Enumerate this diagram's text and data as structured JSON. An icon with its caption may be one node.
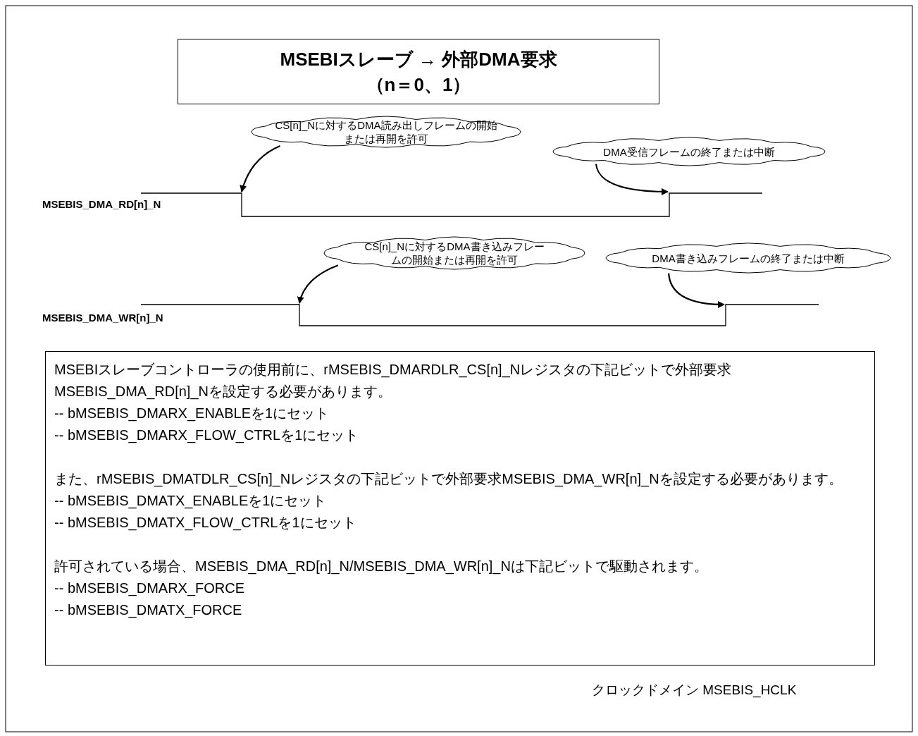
{
  "diagram": {
    "nodes": [
      {
        "text": [
          "MSEBIスレーブ → 外部DMA要求",
          "（n＝0、1）"
        ]
      },
      {
        "text": [
          "CS[n]_Nに対するDMA読み出しフレームの開始または再開を許可"
        ]
      },
      {
        "text": [
          "DMA受信フレームの終了または中断"
        ]
      },
      {
        "text": [
          "CS[n]_Nに対するDMA書き込みフレームの開始または再開を許可"
        ]
      },
      {
        "text": [
          "DMA書き込みフレームの終了または中断"
        ]
      },
      {
        "text": [
          "MSEBIスレーブコントローラの使用前に、rMSEBIS_DMARDLR_CS[n]_Nレジスタの下記ビットで外部要求MSEBIS_DMA_RD[n]_Nを設定する必要があります。",
          "-- bMSEBIS_DMARX_ENABLEを1にセット",
          "-- bMSEBIS_DMARX_FLOW_CTRLを1にセット",
          "また、rMSEBIS_DMATDLR_CS[n]_Nレジスタの下記ビットで外部要求MSEBIS_DMA_WR[n]_Nを設定する必要があります。",
          "-- bMSEBIS_DMATX_ENABLEを1にセット",
          "-- bMSEBIS_DMATX_FLOW_CTRLを1にセット",
          "許可されている場合、MSEBIS_DMA_RD[n]_N/MSEBIS_DMA_WR[n]_Nは下記ビットで駆動されます。",
          "-- bMSEBIS_DMARX_FORCE",
          "-- bMSEBIS_DMATX_FORCE"
        ]
      }
    ],
    "edges": [
      {
        "from": 1,
        "to": null,
        "arrow": "to"
      },
      {
        "from": 2,
        "to": null,
        "arrow": "to"
      },
      {
        "from": 3,
        "to": null,
        "arrow": "to"
      },
      {
        "from": 4,
        "to": null,
        "arrow": "to"
      }
    ],
    "labels": [
      "MSEBIS_DMA_RD[n]_N",
      "MSEBIS_DMA_WR[n]_N",
      "クロックドメイン MSEBIS_HCLK"
    ]
  }
}
